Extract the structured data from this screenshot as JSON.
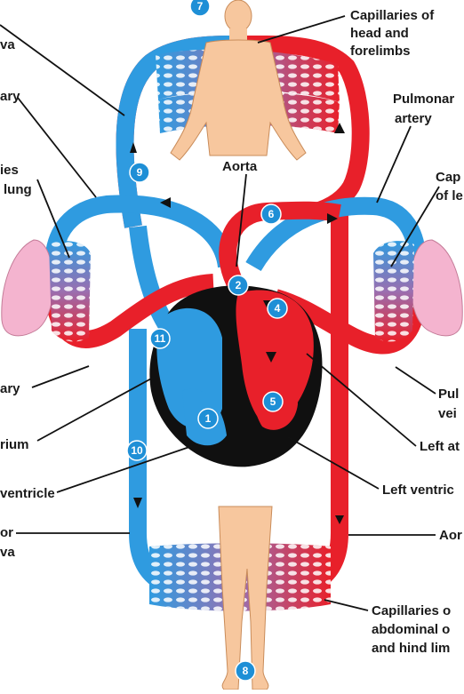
{
  "colors": {
    "deoxygenated": "#2f9be0",
    "oxygenated": "#e8202a",
    "heart_tissue": "#101010",
    "skin": "#f7c79e",
    "lung": "#f4b4cf",
    "capillary_mix": "#9a6fb0",
    "marker": "#1e8fd6"
  },
  "labels": {
    "cap_head": [
      "Capillaries of",
      "head and",
      "forelimbs"
    ],
    "superior_vena_cava": [
      "va"
    ],
    "pulmonary_artery_left": [
      "ary"
    ],
    "cap_right_lung": [
      "ies",
      "lung"
    ],
    "aorta_top": [
      "Aorta"
    ],
    "pulmonary_artery_right": [
      "Pulmonar",
      "artery"
    ],
    "cap_left_lung": [
      "Cap",
      "of le"
    ],
    "pulmonary_vein_left": [
      "ary"
    ],
    "right_atrium": [
      "rium"
    ],
    "right_ventricle": [
      "ventricle"
    ],
    "inferior_vena_cava": [
      "or",
      "va"
    ],
    "pulmonary_vein_right": [
      "Pul",
      "vei"
    ],
    "left_atrium": [
      "Left at"
    ],
    "left_ventricle": [
      "Left ventric"
    ],
    "aorta_bottom": [
      "Aor"
    ],
    "cap_abdominal": [
      "Capillaries o",
      "abdominal o",
      "and hind lim"
    ]
  },
  "markers": [
    "1",
    "2",
    "4",
    "5",
    "6",
    "7",
    "8",
    "9",
    "10",
    "11"
  ]
}
